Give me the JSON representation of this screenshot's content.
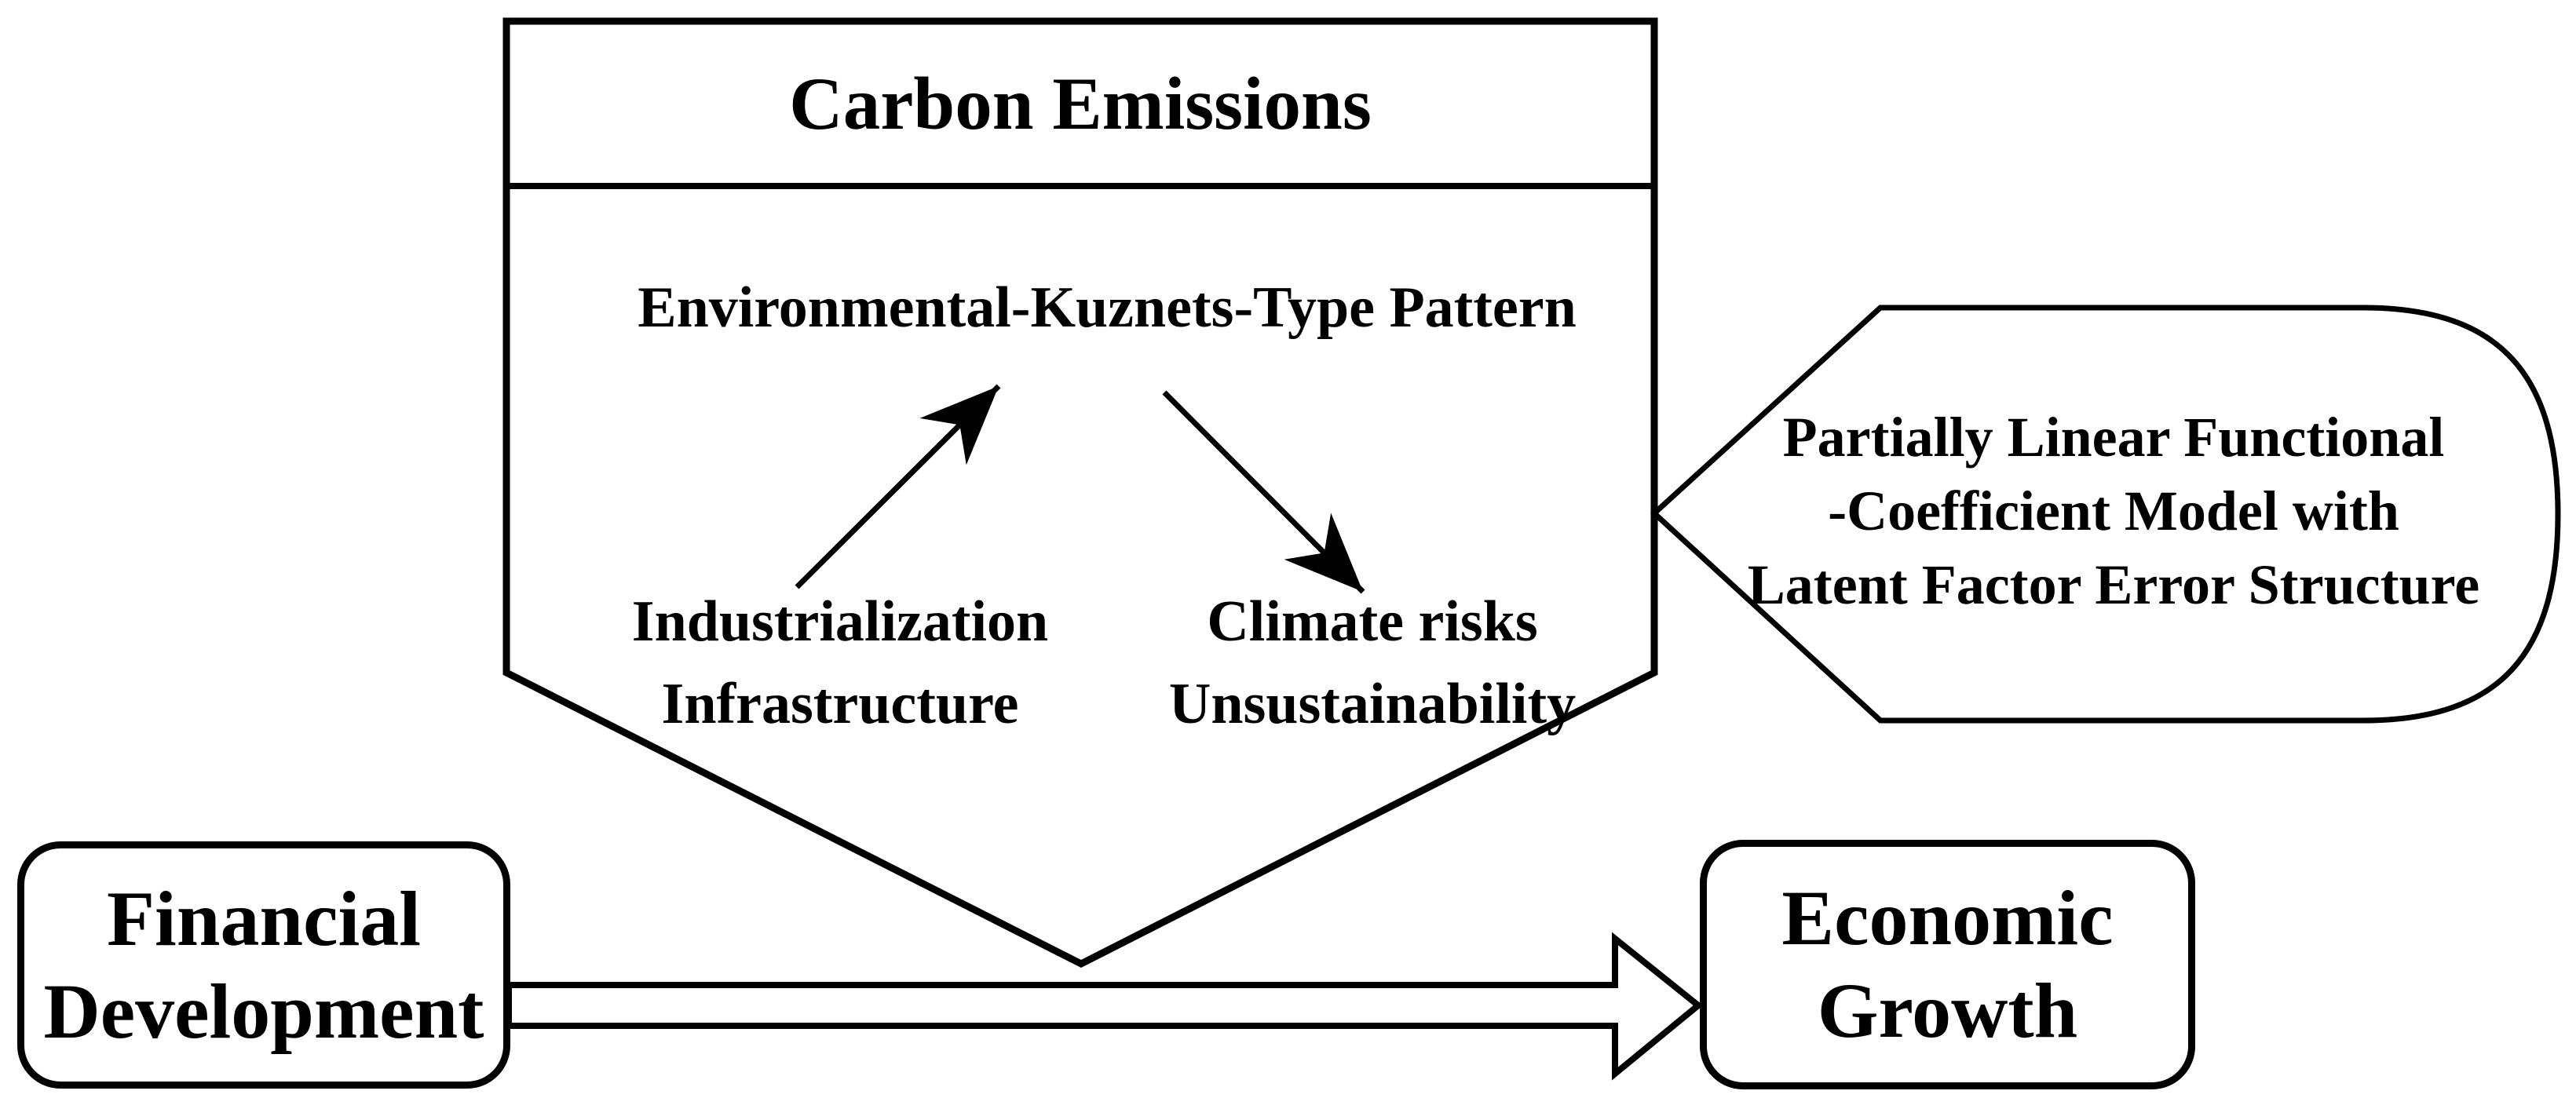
{
  "diagram": {
    "pentagon": {
      "title": "Carbon Emissions",
      "subtitle": "Environmental-Kuznets-Type Pattern",
      "left_node": {
        "line1": "Industrialization",
        "line2": "Infrastructure"
      },
      "right_node": {
        "line1": "Climate risks",
        "line2": "Unsustainability"
      }
    },
    "callout": {
      "line1": "Partially Linear Functional",
      "line2": "-Coefficient Model with",
      "line3": "Latent Factor Error Structure"
    },
    "left_box": {
      "line1": "Financial",
      "line2": "Development"
    },
    "right_box": {
      "line1": "Economic",
      "line2": "Growth"
    },
    "colors": {
      "ink": "#000000",
      "background": "#ffffff"
    }
  }
}
